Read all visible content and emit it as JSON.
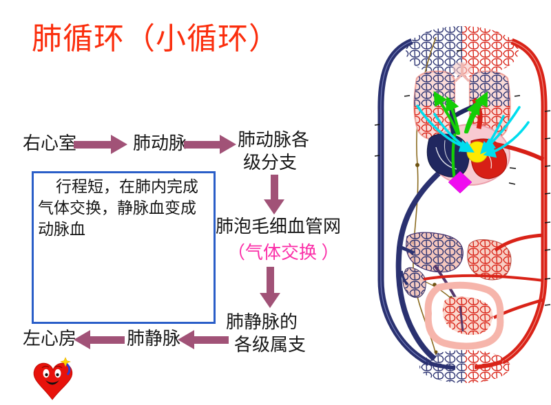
{
  "slide": {
    "background": "#FFFFFF"
  },
  "title": {
    "text": "肺循环（小循环）",
    "color": "#FB2E0D"
  },
  "flow": {
    "right_ventricle": "右心室",
    "pulmonary_artery": "肺动脉",
    "pa_branches_line1": "肺动脉各",
    "pa_branches_line2": "级分支",
    "capillary_network": "肺泡毛细血管网",
    "gas_exchange_note": "（气体交换 ）",
    "pv_tributaries_line1": "肺静脉的",
    "pv_tributaries_line2": "各级属支",
    "pulmonary_vein": "肺静脉",
    "left_atrium": "左心房",
    "arrow_color": "#A15277",
    "gas_exchange_color": "#FB2FA8"
  },
  "note_box": {
    "border_color": "#2A5EC8",
    "line1": "行程短，在肺内完成",
    "line2": "气体交换，静脉血变成",
    "line3": "动脉血"
  },
  "illustration": {
    "name": "systemic-and-pulmonary-circulation-anatomy",
    "colors": {
      "artery_red": "#D92318",
      "vein_blue": "#2A3170",
      "pulmonary_artery_arrows_green": "#14CE06",
      "pulmonary_vein_arrows_cyan": "#00DDEE",
      "left_atrium_marker_yellow": "#FFE900",
      "marker_magenta": "#F00CF0",
      "organ_pink": "#F6B5AB",
      "lymph_brown": "#8A6A1E"
    }
  },
  "mascot": {
    "name": "smiling-heart-cartoon",
    "heart_red": "#E8120B",
    "star_yellow": "#FFD800",
    "ribbon_blue": "#2A3FD4"
  }
}
